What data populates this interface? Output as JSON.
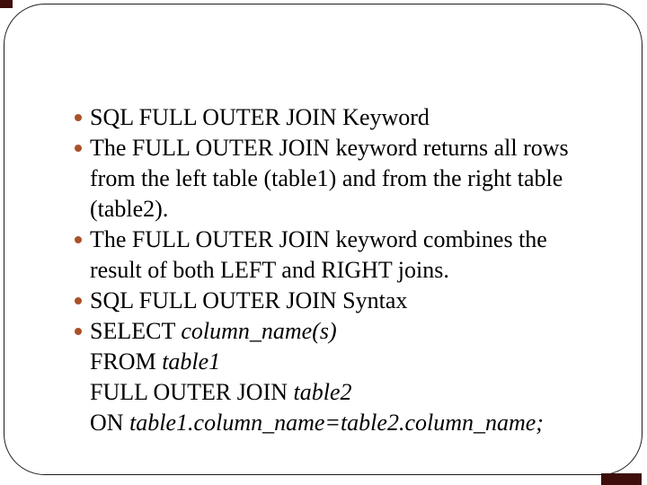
{
  "colors": {
    "background": "#ffffff",
    "border": "#1c1c1c",
    "text": "#000000",
    "bullet_dot": "#aa5128",
    "corner_accent": "#3d0e0b"
  },
  "bullets": [
    {
      "segments": [
        {
          "text": "SQL FULL OUTER JOIN Keyword",
          "italic": false
        }
      ]
    },
    {
      "segments": [
        {
          "text": "The FULL OUTER JOIN keyword returns all rows from the left table (table1) and from the right table (table2).",
          "italic": false
        }
      ]
    },
    {
      "segments": [
        {
          "text": "The FULL OUTER JOIN keyword combines the result of both LEFT and RIGHT joins.",
          "italic": false
        }
      ]
    },
    {
      "segments": [
        {
          "text": "SQL FULL OUTER JOIN Syntax",
          "italic": false
        }
      ]
    },
    {
      "segments": [
        {
          "text": "SELECT ",
          "italic": false
        },
        {
          "text": "column_name(s)",
          "italic": true
        },
        {
          "break": true
        },
        {
          "text": "FROM ",
          "italic": false
        },
        {
          "text": "table1",
          "italic": true
        },
        {
          "break": true
        },
        {
          "text": "FULL OUTER JOIN ",
          "italic": false
        },
        {
          "text": "table2",
          "italic": true
        },
        {
          "break": true
        },
        {
          "text": "ON ",
          "italic": false
        },
        {
          "text": "table1.column_name=table2.column_name;",
          "italic": true
        }
      ]
    }
  ]
}
